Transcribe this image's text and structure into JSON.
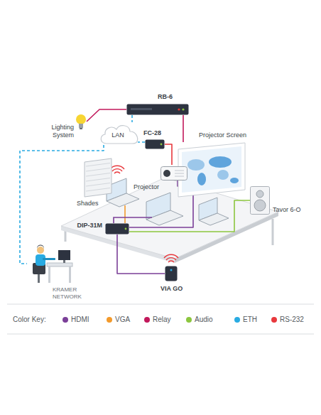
{
  "diagram": {
    "nodes": [
      {
        "text": [
          "RB-6"
        ]
      },
      {
        "text": [
          "Lighting System"
        ]
      },
      {
        "text": [
          "LAN"
        ]
      },
      {
        "text": [
          "FC-28"
        ]
      },
      {
        "text": [
          "Projector Screen"
        ]
      },
      {
        "text": [
          "Shades"
        ]
      },
      {
        "text": [
          "Projector"
        ]
      },
      {
        "text": [
          "Tavor 6-O"
        ]
      },
      {
        "text": [
          "DIP-31M"
        ]
      },
      {
        "text": [
          "KRAMER NETWORK"
        ]
      },
      {
        "text": [
          "VIA GO"
        ]
      }
    ],
    "edges": [
      {
        "from": 0,
        "to": 1,
        "arrow": "none"
      },
      {
        "from": 0,
        "to": 2,
        "arrow": "none"
      },
      {
        "from": 0,
        "to": 4,
        "arrow": "none"
      },
      {
        "from": 3,
        "to": 2,
        "arrow": "none"
      },
      {
        "from": 3,
        "to": 6,
        "arrow": "none"
      },
      {
        "from": 8,
        "to": 6,
        "arrow": "none"
      },
      {
        "from": 8,
        "to": 7,
        "arrow": "none"
      },
      {
        "from": 2,
        "to": 9,
        "arrow": "none"
      },
      {
        "from": 10,
        "to": 8,
        "arrow": "none"
      }
    ],
    "labels": [
      "Color Key:"
    ],
    "legend": [
      {
        "text": "HDMI",
        "color": "#7b3f98"
      },
      {
        "text": "VGA",
        "color": "#f39a2b"
      },
      {
        "text": "Relay",
        "color": "#c2185b"
      },
      {
        "text": "Audio",
        "color": "#8cc63f"
      },
      {
        "text": "ETH",
        "color": "#29abe2"
      },
      {
        "text": "RS-232",
        "color": "#e8383d"
      }
    ]
  }
}
